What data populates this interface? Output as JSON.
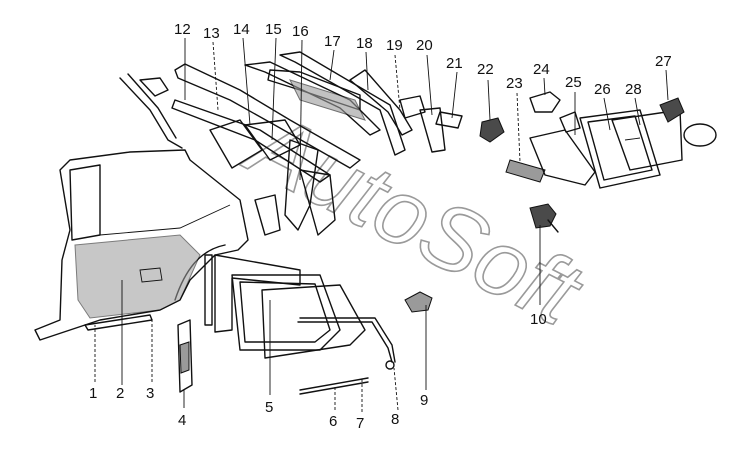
{
  "diagram": {
    "watermark": "AutoSoft",
    "callouts": [
      "1",
      "2",
      "3",
      "4",
      "5",
      "6",
      "7",
      "8",
      "9",
      "10",
      "12",
      "13",
      "14",
      "15",
      "16",
      "17",
      "18",
      "19",
      "20",
      "21",
      "22",
      "23",
      "24",
      "25",
      "26",
      "27",
      "28"
    ]
  }
}
